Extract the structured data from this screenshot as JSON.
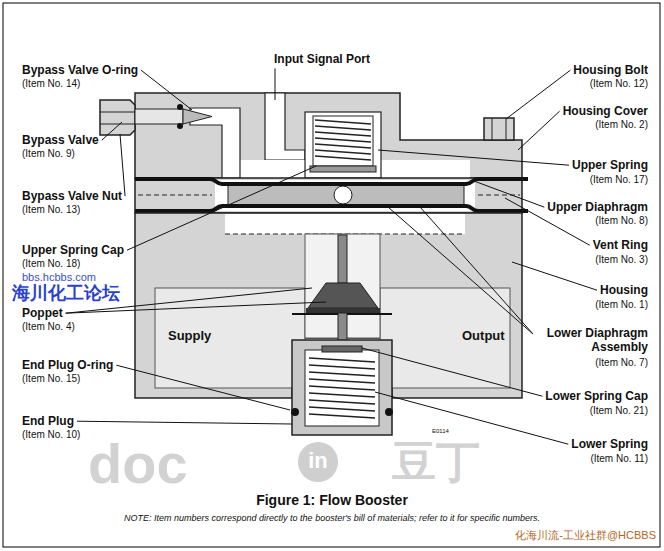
{
  "diagram": {
    "caption": "Figure 1: Flow Booster",
    "labels": [
      "Bypass Valve O-ring",
      "(Item No. 14)",
      "Bypass Valve",
      "(Item No. 9)",
      "Bypass Valve Nut",
      "(Item No. 13)",
      "Upper Spring Cap",
      "(Item No. 18)",
      "bbs.hcbbs.com",
      "海川化工论坛",
      "Poppet",
      "(Item No. 4)",
      "End Plug O-ring",
      "(Item No. 15)",
      "End Plug",
      "(Item No. 10)",
      "Input Signal Port",
      "Housing Bolt",
      "(Item No. 12)",
      "Housing Cover",
      "(Item No. 2)",
      "Upper Spring",
      "(Item No. 17)",
      "Upper Diaphragm",
      "(Item No. 8)",
      "Vent Ring",
      "(Item No. 3)",
      "Housing",
      "(Item No. 1)",
      "Lower Diaphragm Assembly",
      "(Item No. 7)",
      "Lower Spring Cap",
      "(Item No. 21)",
      "Lower Spring",
      "(Item No. 11)",
      "Supply",
      "Output",
      "E0114",
      "doc",
      "in",
      "豆丁",
      "NOTE: Item numbers correspond directly to the booster's bill of materials; refer to it for specific numbers.",
      "化海川流-工业社群@HCBBS"
    ]
  }
}
